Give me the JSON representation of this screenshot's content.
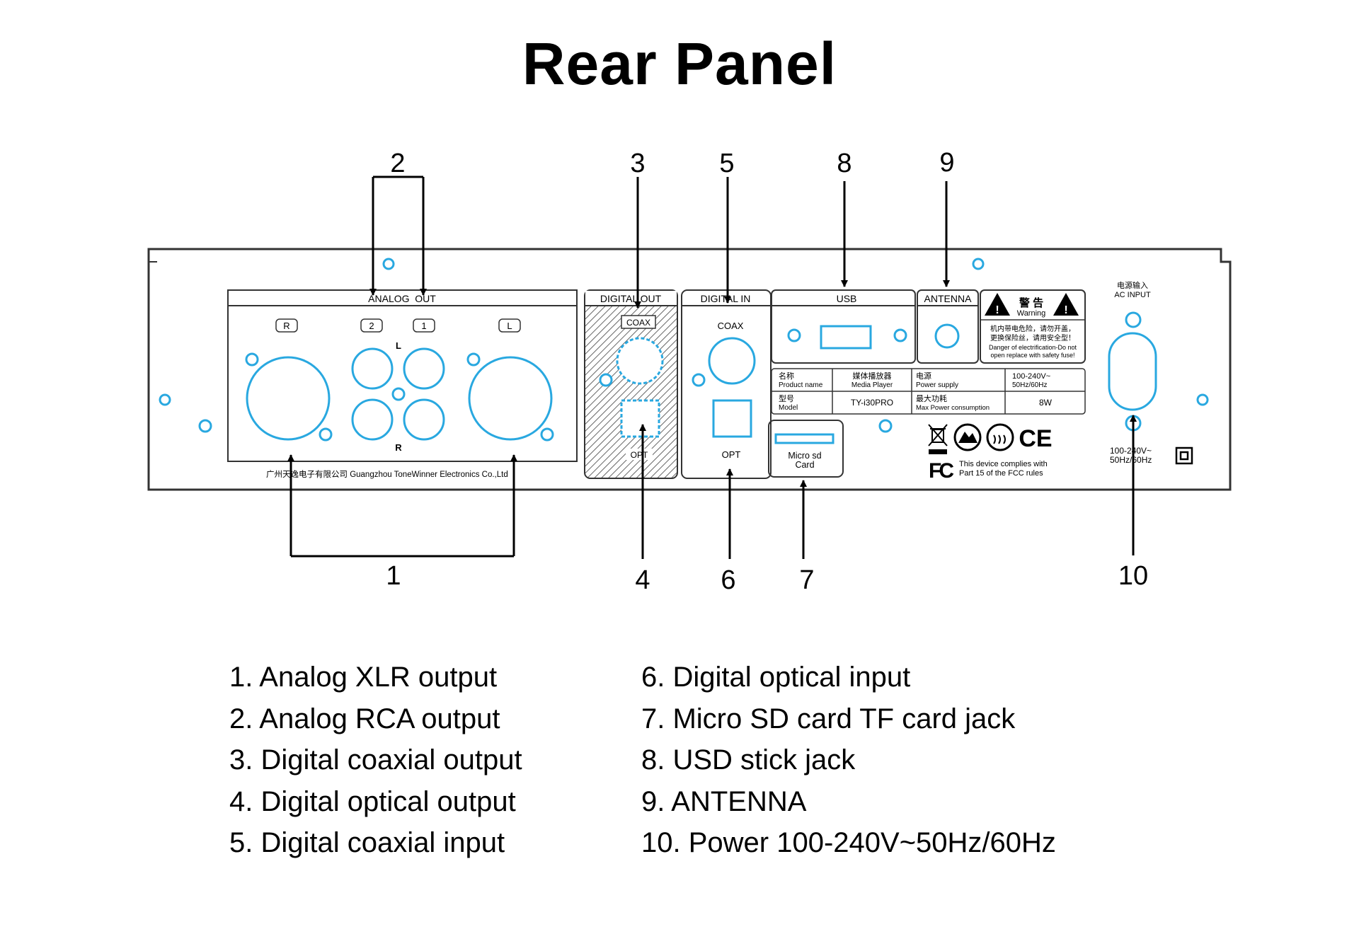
{
  "title": "Rear Panel",
  "callouts": {
    "n1": "1",
    "n2": "2",
    "n3": "3",
    "n4": "4",
    "n5": "5",
    "n6": "6",
    "n7": "7",
    "n8": "8",
    "n9": "9",
    "n10": "10"
  },
  "panel": {
    "analog_out": "ANALOG  OUT",
    "ch_r": "R",
    "ch_2": "2",
    "ch_1": "1",
    "ch_l": "L",
    "rca_l": "L",
    "rca_r": "R",
    "maker": "广州天逸电子有限公司 Guangzhou ToneWinner Electronics Co.,Ltd",
    "digital_out": "DIGITAL OUT",
    "coax_out": "COAX",
    "opt_out": "OPT",
    "digital_in": "DIGITAL IN",
    "coax_in": "COAX",
    "opt_in": "OPT",
    "usb": "USB",
    "antenna": "ANTENNA",
    "warning_cn": "警 告",
    "warning_en": "Warning",
    "warning_text_cn1": "机内带电危险，请勿开盖，",
    "warning_text_cn2": "更换保险丝，请用安全型！",
    "warning_text_en1": "Danger of electrification-Do not",
    "warning_text_en2": "open replace with safety fuse!",
    "table": {
      "product_name_cn": "名称",
      "product_name_en": "Product name",
      "product_value_cn": "媒体播放器",
      "product_value_en": "Media Player",
      "power_supply_cn": "电源",
      "power_supply_en": "Power supply",
      "power_supply_value1": "100-240V~",
      "power_supply_value2": "50Hz/60Hz",
      "model_cn": "型号",
      "model_en": "Model",
      "model_value": "TY-i30PRO",
      "max_power_cn": "最大功耗",
      "max_power_en": "Max Power consumption",
      "max_power_value": "8W"
    },
    "microsd_line1": "Micro sd",
    "microsd_line2": "Card",
    "ce_mark": "CE",
    "fc_mark": "FC",
    "fcc_text1": "This device complies with",
    "fcc_text2": "Part 15 of the FCC rules",
    "ac_input_cn": "电源输入",
    "ac_input_en": "AC INPUT",
    "ac_rating1": "100-240V~",
    "ac_rating2": "50Hz/60Hz"
  },
  "legend_left": [
    "1. Analog XLR output",
    "2. Analog RCA output",
    "3. Digital coaxial output",
    "4. Digital optical output",
    "5. Digital coaxial input"
  ],
  "legend_right": [
    "6. Digital optical input",
    "7. Micro SD card TF card jack",
    "8. USD stick jack",
    "9. ANTENNA",
    "10. Power 100-240V~50Hz/60Hz"
  ],
  "colors": {
    "connector": "#29a8e0",
    "line": "#000000",
    "panel_outline": "#333333",
    "hatch": "#555555"
  }
}
